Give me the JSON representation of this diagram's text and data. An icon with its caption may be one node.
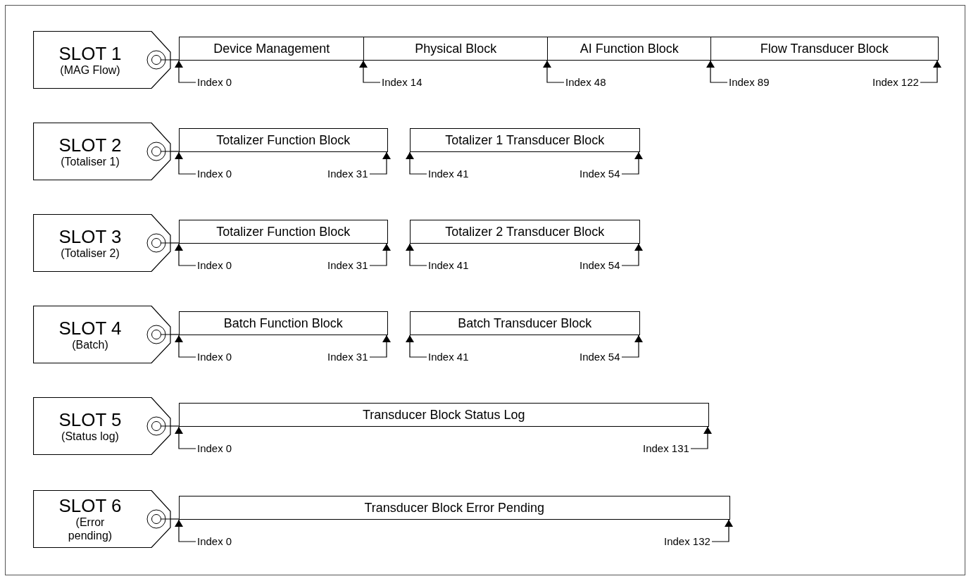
{
  "diagram": {
    "nodes": [
      {
        "text": [
          "SLOT 1",
          "(MAG Flow)"
        ]
      },
      {
        "text": [
          "Device Management"
        ]
      },
      {
        "text": [
          "Physical Block"
        ]
      },
      {
        "text": [
          "AI Function Block"
        ]
      },
      {
        "text": [
          "Flow Transducer Block"
        ]
      },
      {
        "text": [
          "Index 0"
        ]
      },
      {
        "text": [
          "Index 14"
        ]
      },
      {
        "text": [
          "Index 48"
        ]
      },
      {
        "text": [
          "Index 89"
        ]
      },
      {
        "text": [
          "Index 122"
        ]
      },
      {
        "text": [
          "SLOT 2",
          "(Totaliser 1)"
        ]
      },
      {
        "text": [
          "Totalizer Function Block"
        ]
      },
      {
        "text": [
          "Totalizer 1 Transducer Block"
        ]
      },
      {
        "text": [
          "Index 0"
        ]
      },
      {
        "text": [
          "Index 31"
        ]
      },
      {
        "text": [
          "Index 41"
        ]
      },
      {
        "text": [
          "Index 54"
        ]
      },
      {
        "text": [
          "SLOT 3",
          "(Totaliser 2)"
        ]
      },
      {
        "text": [
          "Totalizer Function Block"
        ]
      },
      {
        "text": [
          "Totalizer 2 Transducer Block"
        ]
      },
      {
        "text": [
          "Index 0"
        ]
      },
      {
        "text": [
          "Index 31"
        ]
      },
      {
        "text": [
          "Index 41"
        ]
      },
      {
        "text": [
          "Index 54"
        ]
      },
      {
        "text": [
          "SLOT 4",
          "(Batch)"
        ]
      },
      {
        "text": [
          "Batch Function Block"
        ]
      },
      {
        "text": [
          "Batch Transducer Block"
        ]
      },
      {
        "text": [
          "Index 0"
        ]
      },
      {
        "text": [
          "Index 31"
        ]
      },
      {
        "text": [
          "Index 41"
        ]
      },
      {
        "text": [
          "Index 54"
        ]
      },
      {
        "text": [
          "SLOT 5",
          "(Status log)"
        ]
      },
      {
        "text": [
          "Transducer Block Status Log"
        ]
      },
      {
        "text": [
          "Index 0"
        ]
      },
      {
        "text": [
          "Index 131"
        ]
      },
      {
        "text": [
          "SLOT 6",
          "(Error pending)"
        ]
      },
      {
        "text": [
          "Transducer Block Error Pending"
        ]
      },
      {
        "text": [
          "Index 0"
        ]
      },
      {
        "text": [
          "Index 132"
        ]
      }
    ],
    "edges": [
      {
        "from": 0,
        "to": 1,
        "arrow": "none"
      },
      {
        "from": 5,
        "to": 1,
        "arrow": "to"
      },
      {
        "from": 6,
        "to": 2,
        "arrow": "to"
      },
      {
        "from": 7,
        "to": 3,
        "arrow": "to"
      },
      {
        "from": 8,
        "to": 4,
        "arrow": "to"
      },
      {
        "from": 9,
        "to": 4,
        "arrow": "to"
      },
      {
        "from": 10,
        "to": 11,
        "arrow": "none"
      },
      {
        "from": 13,
        "to": 11,
        "arrow": "to"
      },
      {
        "from": 14,
        "to": 11,
        "arrow": "to"
      },
      {
        "from": 15,
        "to": 12,
        "arrow": "to"
      },
      {
        "from": 16,
        "to": 12,
        "arrow": "to"
      },
      {
        "from": 17,
        "to": 18,
        "arrow": "none"
      },
      {
        "from": 20,
        "to": 18,
        "arrow": "to"
      },
      {
        "from": 21,
        "to": 18,
        "arrow": "to"
      },
      {
        "from": 22,
        "to": 19,
        "arrow": "to"
      },
      {
        "from": 23,
        "to": 19,
        "arrow": "to"
      },
      {
        "from": 24,
        "to": 25,
        "arrow": "none"
      },
      {
        "from": 27,
        "to": 25,
        "arrow": "to"
      },
      {
        "from": 28,
        "to": 25,
        "arrow": "to"
      },
      {
        "from": 29,
        "to": 26,
        "arrow": "to"
      },
      {
        "from": 30,
        "to": 26,
        "arrow": "to"
      },
      {
        "from": 31,
        "to": 32,
        "arrow": "none"
      },
      {
        "from": 33,
        "to": 32,
        "arrow": "to"
      },
      {
        "from": 34,
        "to": 32,
        "arrow": "to"
      },
      {
        "from": 35,
        "to": 36,
        "arrow": "none"
      },
      {
        "from": 37,
        "to": 36,
        "arrow": "to"
      },
      {
        "from": 38,
        "to": 36,
        "arrow": "to"
      }
    ]
  }
}
